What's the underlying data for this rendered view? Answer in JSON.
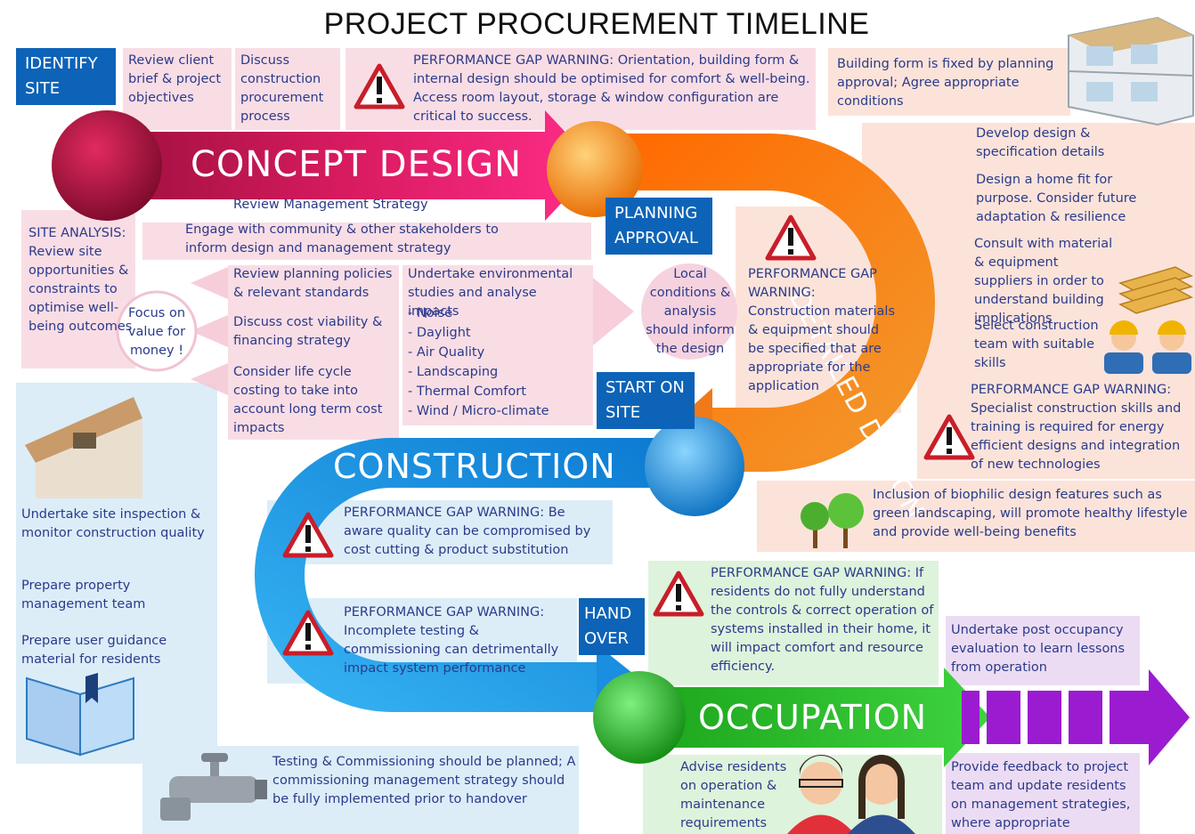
{
  "title": "PROJECT PROCUREMENT TIMELINE",
  "tags": {
    "identify_site": [
      "IDENTIFY",
      "SITE"
    ],
    "planning_approval": [
      "PLANNING",
      "APPROVAL"
    ],
    "start_on_site": [
      "START ON",
      "SITE"
    ],
    "hand_over": [
      "HAND",
      "OVER"
    ]
  },
  "stages": {
    "concept": "CONCEPT DESIGN",
    "detailed": "DETAILED DESIGN",
    "construction": "CONSTRUCTION",
    "occupation": "OCCUPATION"
  },
  "concept": {
    "review_brief": "Review client brief & project objectives",
    "discuss_procurement": "Discuss construction procurement process",
    "warning_1": "PERFORMANCE GAP WARNING: Orientation, building form & internal design should be optimised for comfort & well-being. Access room layout, storage & window configuration are critical to success.",
    "review_management": "Review Management Strategy",
    "site_analysis": "SITE ANALYSIS: Review site opportunities & constraints to optimise well-being outcomes",
    "engage_community": "Engage with community & other stakeholders to inform design and management strategy",
    "focus_value": "Focus on value for money !",
    "review_policies": "Review planning policies & relevant standards",
    "discuss_cost": "Discuss cost viability & financing strategy",
    "life_cycle": "Consider life cycle costing to take into account long term cost impacts",
    "env_title": "Undertake environmental studies and analyse impacts",
    "env_items": [
      "- Noise",
      "- Daylight",
      "- Air Quality",
      "- Landscaping",
      "- Thermal Comfort",
      "- Wind / Micro-climate"
    ],
    "local_conditions": "Local conditions & analysis should inform the design"
  },
  "detailed": {
    "building_form": "Building form is fixed by planning approval; Agree appropriate conditions",
    "develop_design": "Develop design & specification details",
    "home_fit": "Design a home fit for purpose. Consider future adaptation & resilience",
    "consult_suppliers": "Consult with material & equipment suppliers in order to understand building implications",
    "select_team": "Select construction team with suitable skills",
    "warning_materials": "PERFORMANCE GAP WARNING: Construction materials & equipment should be specified that are appropriate for the application",
    "warning_skills": "PERFORMANCE GAP WARNING: Specialist construction skills and training is required for energy efficient designs and integration of new technologies",
    "biophilic": "Inclusion of biophilic design features such as green landscaping, will promote healthy lifestyle and provide well-being benefits"
  },
  "construction": {
    "site_inspection": "Undertake site inspection & monitor construction quality",
    "property_team": "Prepare property management team",
    "user_guidance": "Prepare user guidance material for residents",
    "warning_quality": "PERFORMANCE GAP WARNING: Be aware quality can be compromised by cost cutting & product substitution",
    "warning_testing": "PERFORMANCE GAP WARNING: Incomplete testing & commissioning can detrimentally impact system performance",
    "testing_planned": "Testing & Commissioning should be planned; A commissioning management strategy should be fully implemented prior to handover"
  },
  "occupation": {
    "warning_residents": "PERFORMANCE GAP WARNING: If residents do not fully understand the controls & correct operation of systems installed in their home, it will impact comfort and resource efficiency.",
    "post_occupancy": "Undertake post occupancy evaluation to learn lessons from operation",
    "advise_residents": "Advise residents on operation & maintenance requirements",
    "feedback": "Provide feedback to project team and update residents on management strategies, where appropriate"
  },
  "colors": {
    "concept": "#d81b60",
    "detailed": "#f07a1a",
    "construction": "#1a8ee0",
    "occupation": "#2fc12f",
    "post": "#9b1bd1",
    "tag": "#0d63b7",
    "text": "#2b3a8a"
  }
}
